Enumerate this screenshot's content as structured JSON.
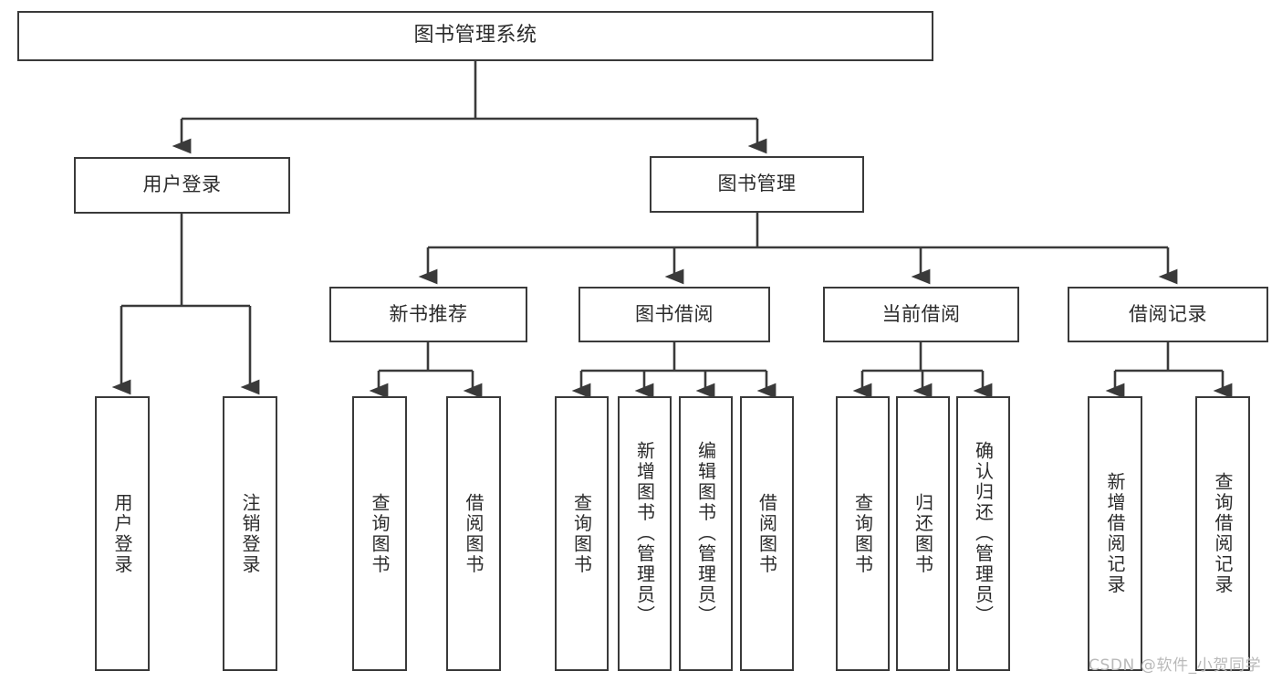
{
  "diagram": {
    "type": "tree-hierarchy-chart",
    "title": "图书管理系统",
    "watermark": "CSDN @软件_小贺同学",
    "colors": {
      "box_border": "#3a3a3a",
      "box_fill": "#ffffff",
      "connector": "#3a3a3a",
      "text": "#2b2b2b",
      "watermark": "#b9b9b9",
      "background": "#ffffff"
    },
    "nodes": {
      "root": {
        "label": "图书管理系统"
      },
      "level1": [
        {
          "id": "user-login",
          "label": "用户登录"
        },
        {
          "id": "book-management",
          "label": "图书管理"
        }
      ],
      "level2": [
        {
          "id": "new-book-recommend",
          "label": "新书推荐"
        },
        {
          "id": "book-borrow",
          "label": "图书借阅"
        },
        {
          "id": "current-borrow",
          "label": "当前借阅"
        },
        {
          "id": "borrow-record",
          "label": "借阅记录"
        }
      ],
      "leaves": {
        "user_login": [
          {
            "id": "leaf-user-login",
            "label": "用户登录"
          },
          {
            "id": "leaf-logout-login",
            "label": "注销登录"
          }
        ],
        "new_book_recommend": [
          {
            "id": "leaf-query-book-1",
            "label": "查询图书"
          },
          {
            "id": "leaf-borrow-book-1",
            "label": "借阅图书"
          }
        ],
        "book_borrow": [
          {
            "id": "leaf-query-book-2",
            "label": "查询图书"
          },
          {
            "id": "leaf-add-book",
            "label": "新增图书（管理员）"
          },
          {
            "id": "leaf-edit-book",
            "label": "编辑图书（管理员）"
          },
          {
            "id": "leaf-borrow-book-2",
            "label": "借阅图书"
          }
        ],
        "current_borrow": [
          {
            "id": "leaf-query-book-3",
            "label": "查询图书"
          },
          {
            "id": "leaf-return-book",
            "label": "归还图书"
          },
          {
            "id": "leaf-confirm-return",
            "label": "确认归还（管理员）"
          }
        ],
        "borrow_record": [
          {
            "id": "leaf-add-record",
            "label": "新增借阅记录"
          },
          {
            "id": "leaf-query-record",
            "label": "查询借阅记录"
          }
        ]
      }
    }
  }
}
